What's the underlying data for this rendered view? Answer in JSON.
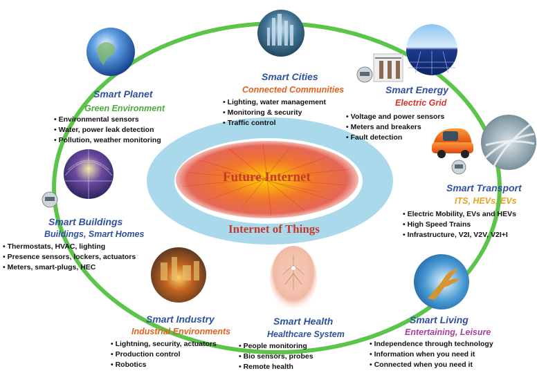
{
  "center": {
    "title": "Future Internet",
    "subtitle": "Internet of Things"
  },
  "colors": {
    "ring": "#5cc44a",
    "ellipse": "#a9d9ec",
    "title": "#2f4f9f"
  },
  "nodes": [
    {
      "id": "smart-planet",
      "title": "Smart Planet",
      "subtitle": "Green Environment",
      "bullets": [
        "Environmental sensors",
        "Water, power leak  detection",
        "Pollution, weather monitoring"
      ],
      "icon": "earth-icon"
    },
    {
      "id": "smart-cities",
      "title": "Smart Cities",
      "subtitle": "Connected Communities",
      "bullets": [
        "Lighting, water management",
        "Monitoring & security",
        "Traffic control"
      ],
      "icon": "city-icon"
    },
    {
      "id": "smart-energy",
      "title": "Smart Energy",
      "subtitle": "Electric Grid",
      "bullets": [
        "Voltage and power sensors",
        "Meters and breakers",
        "Fault detection"
      ],
      "icon": "solar-panel-icon"
    },
    {
      "id": "smart-transport",
      "title": "Smart Transport",
      "subtitle": "ITS, HEVs, EVs",
      "bullets": [
        "Electric Mobility, EVs and HEVs",
        "High Speed Trains",
        "Infrastructure, V2I, V2V, V2I+I"
      ],
      "icon": "highway-icon"
    },
    {
      "id": "smart-buildings",
      "title": "Smart Buildings",
      "subtitle": "Buildings, Smart Homes",
      "bullets": [
        "Thermostats, HVAC, lighting",
        "Presence sensors, lockers, actuators",
        "Meters, smart-plugs, HEC"
      ],
      "icon": "building-icon"
    },
    {
      "id": "smart-industry",
      "title": "Smart Industry",
      "subtitle": "Industrial Environments",
      "bullets": [
        "Lightning, security, actuators",
        "Production control",
        "Robotics"
      ],
      "icon": "factory-icon"
    },
    {
      "id": "smart-health",
      "title": "Smart Health",
      "subtitle": "Healthcare System",
      "bullets": [
        "People monitoring",
        "Bio sensors, probes",
        "Remote health"
      ],
      "icon": "human-body-icon"
    },
    {
      "id": "smart-living",
      "title": "Smart Living",
      "subtitle": "Entertaining, Leisure",
      "bullets": [
        "Independence through technology",
        "Information when you need it",
        "Connected  when you need it"
      ],
      "icon": "hand-sunset-icon"
    }
  ]
}
